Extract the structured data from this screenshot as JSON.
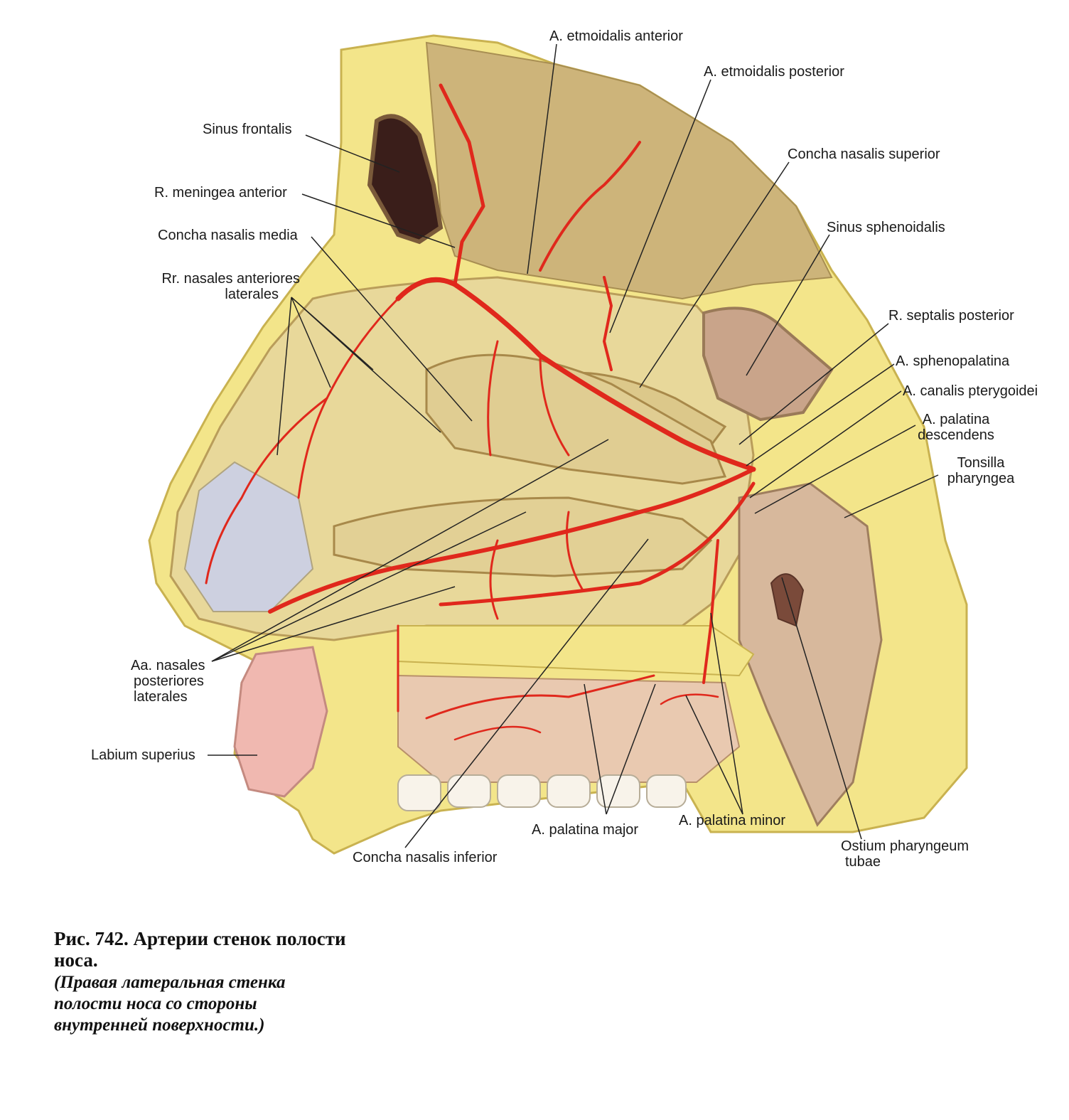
{
  "labels": {
    "etmoidalis_anterior": "A. etmoidalis anterior",
    "etmoidalis_posterior": "A. etmoidalis posterior",
    "sinus_frontalis": "Sinus frontalis",
    "concha_superior": "Concha nasalis superior",
    "meningea_anterior": "R. meningea anterior",
    "sinus_sphenoidalis": "Sinus sphenoidalis",
    "concha_media": "Concha nasalis media",
    "rr_nasales_ant_1": "Rr. nasales anteriores",
    "rr_nasales_ant_2": "laterales",
    "septalis_posterior": "R. septalis posterior",
    "sphenopalatina": "A. sphenopalatina",
    "canalis_pterygoidei": "A. canalis pterygoidei",
    "palatina_desc_1": "A. palatina",
    "palatina_desc_2": "descendens",
    "tonsilla_1": "Tonsilla",
    "tonsilla_2": "pharyngea",
    "aa_nasales_post_1": "Aa. nasales",
    "aa_nasales_post_2": "posteriores",
    "aa_nasales_post_3": "laterales",
    "labium_superius": "Labium superius",
    "palatina_major": "A. palatina major",
    "palatina_minor": "A. palatina minor",
    "concha_inferior": "Concha nasalis inferior",
    "ostium_1": "Ostium pharyngeum",
    "ostium_2": "tubae"
  },
  "caption": {
    "title_1": "Рис. 742. Артерии стенок полости",
    "title_2": "носа.",
    "sub_1": "(Правая латеральная стенка",
    "sub_2": "полости носа со стороны",
    "sub_3": "внутренней поверхности.)"
  },
  "colors": {
    "artery": "#e0281c",
    "bone": "#f2e07a",
    "mucosa": "#e6d29a",
    "shadow": "#b89a5c",
    "leader": "#222222"
  }
}
